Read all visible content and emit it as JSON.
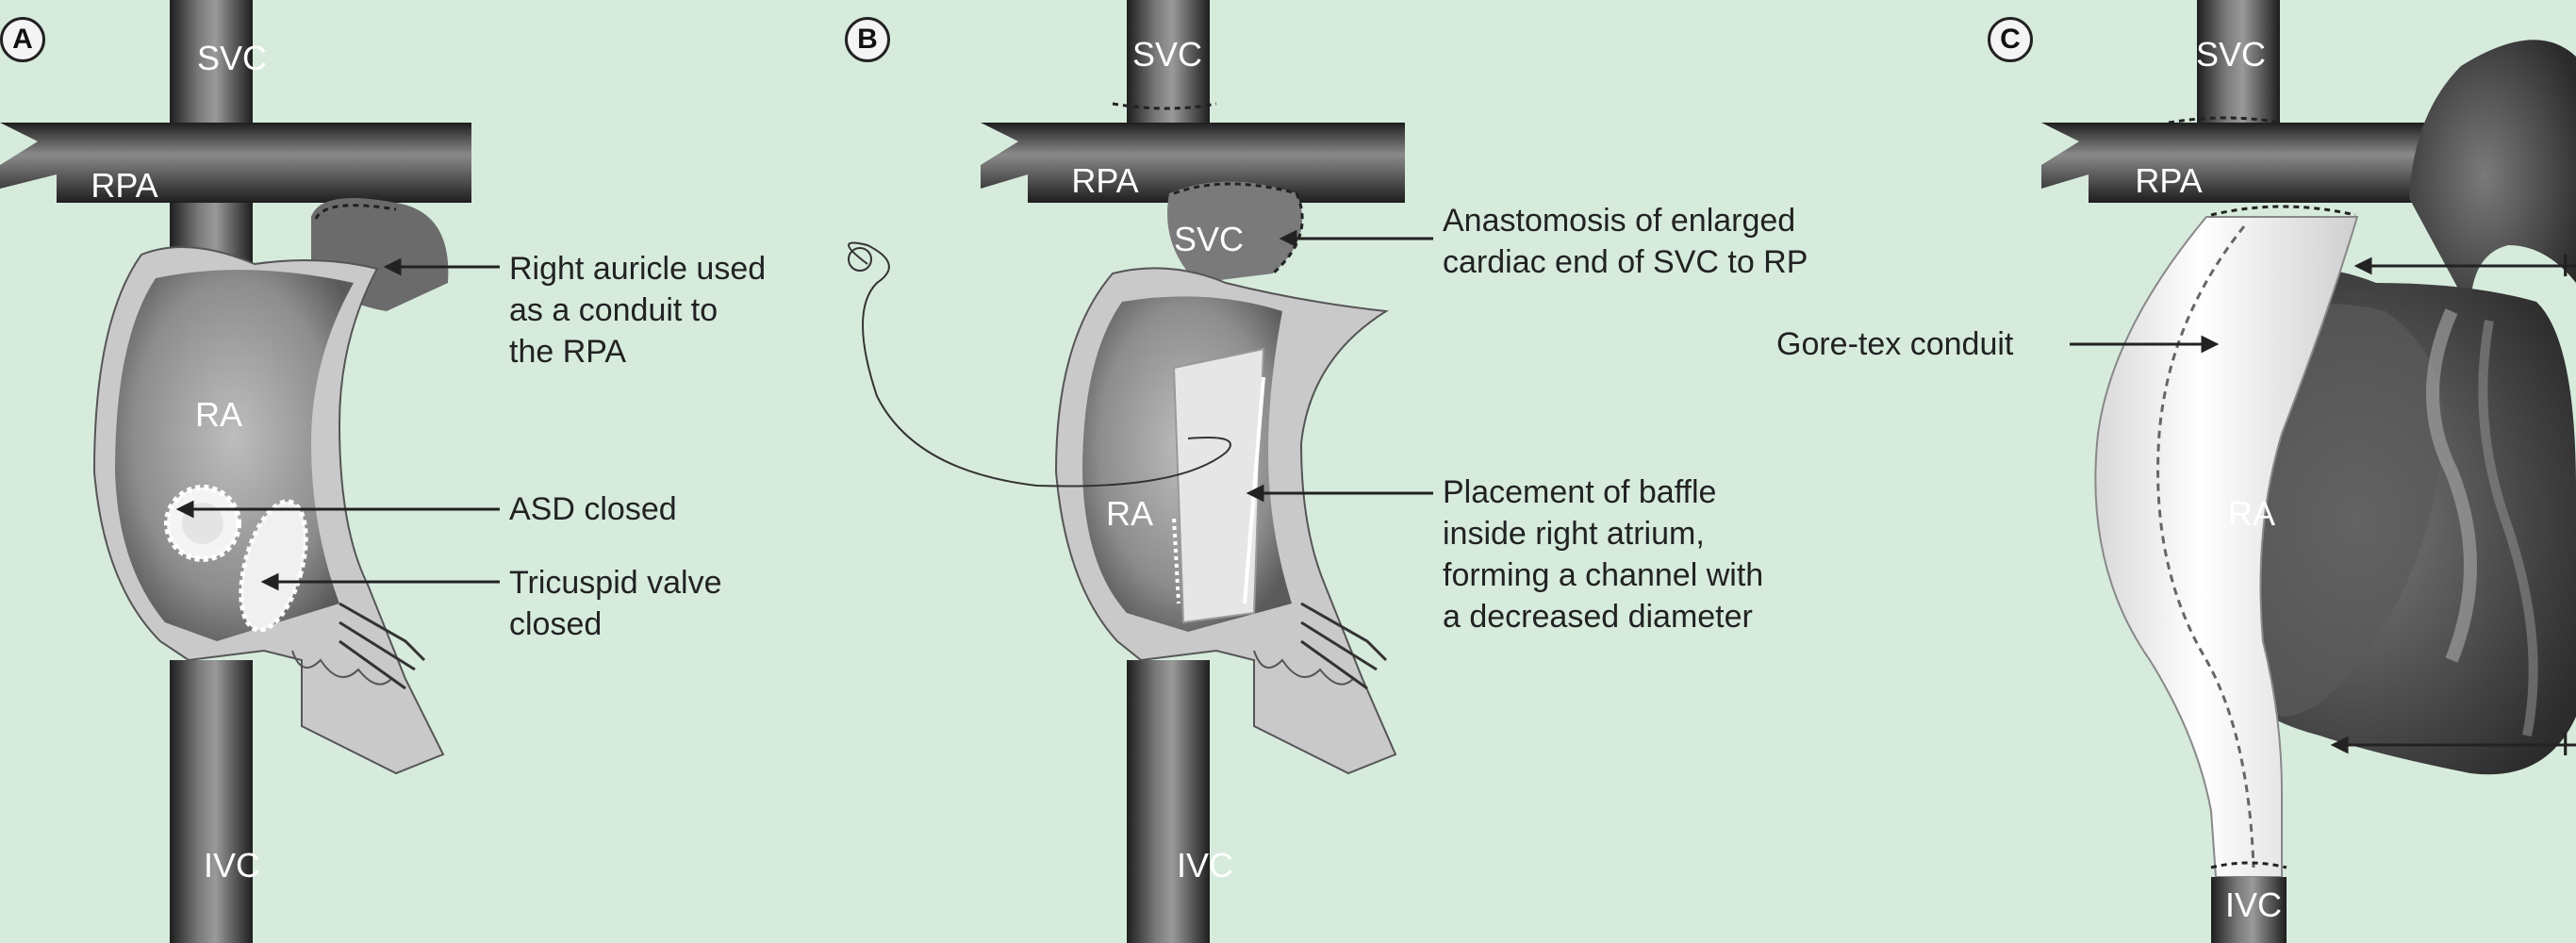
{
  "panels": {
    "a": {
      "letter": "A",
      "anatomy": {
        "svc": "SVC",
        "rpa": "RPA",
        "ra": "RA",
        "ivc": "IVC"
      },
      "annotations": {
        "auricle": [
          "Right auricle used",
          "as a conduit to",
          "the RPA"
        ],
        "asd": [
          "ASD closed"
        ],
        "tricuspid": [
          "Tricuspid valve",
          "closed"
        ]
      }
    },
    "b": {
      "letter": "B",
      "anatomy": {
        "svc_top": "SVC",
        "rpa": "RPA",
        "svc_mid": "SVC",
        "ra": "RA",
        "ivc": "IVC"
      },
      "annotations": {
        "anastomosis": [
          "Anastomosis of enlarged",
          "cardiac end of SVC to RP"
        ],
        "baffle": [
          "Placement of baffle",
          "inside right atrium,",
          "forming a channel with",
          "a decreased diameter"
        ]
      }
    },
    "c": {
      "letter": "C",
      "anatomy": {
        "svc": "SVC",
        "rpa": "RPA",
        "ra": "RA",
        "ivc": "IVC"
      },
      "annotations": {
        "conduit": [
          "Gore-tex conduit"
        ],
        "upper_cut": [
          "I"
        ],
        "lower_cut": [
          "I"
        ]
      }
    }
  },
  "colors": {
    "background": "#d6ebdc",
    "vessel": "#4a4a4a",
    "heart_wall": "#c9c9c9",
    "conduit": "#f2f2f2",
    "leader": "#222222"
  }
}
